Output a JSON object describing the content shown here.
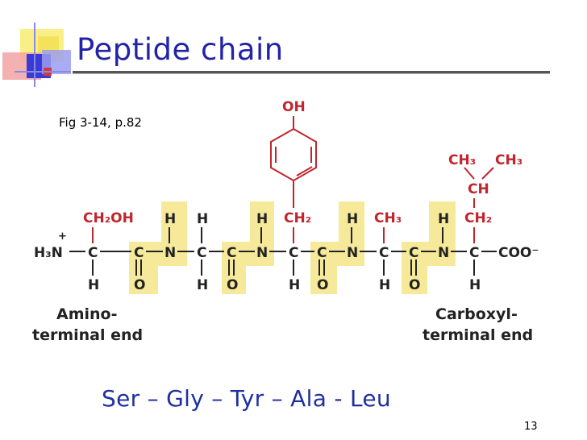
{
  "slide": {
    "title": "Peptide chain",
    "figure_ref": "Fig 3-14, p.82",
    "sequence": "Ser – Gly – Tyr – Ala - Leu",
    "page_number": "13"
  },
  "diagram": {
    "amino_end": [
      "Amino-",
      "terminal end"
    ],
    "carboxyl_end": [
      "Carboxyl-",
      "terminal end"
    ],
    "n_terminus": {
      "charge": "+",
      "group": "H₃N"
    },
    "c_terminus": "COO⁻",
    "side_chains": {
      "ser": "CH₂OH",
      "tyr_hydroxyl": "OH",
      "tyr_ch2": "CH₂",
      "ala": "CH₃",
      "leu_ch3_left": "CH₃",
      "leu_ch3_right": "CH₃",
      "leu_ch": "CH",
      "leu_ch2": "CH₂"
    },
    "colors": {
      "side_chain": "#c0262d",
      "peptide_bond_highlight": "#f6ea9a",
      "backbone": "#222222",
      "title": "#2323a8",
      "sequence": "#1f2fa0"
    }
  }
}
